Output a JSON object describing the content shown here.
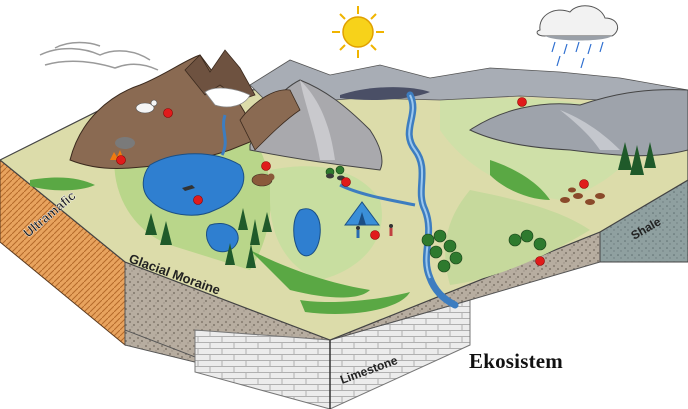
{
  "caption": "Ekosistem",
  "strata": {
    "ultramafic": "Ultramafic",
    "glacial_moraine": "Glacial Moraine",
    "limestone": "Limestone",
    "shale": "Shale"
  },
  "icons": [
    "sun-icon",
    "rain-cloud-icon",
    "wind-cloud-icon",
    "tent-icon",
    "campfire-icon",
    "bear-icon",
    "mountain-goat-icon",
    "caribou-herd-icon",
    "moose-icon",
    "hikers-icon"
  ],
  "colors": {
    "sky_white": "#ffffff",
    "meadow": "#dcdcaa",
    "light_green": "#b9d68a",
    "forest_green": "#3f9a3c",
    "lake_blue": "#2f7fd0",
    "river_blue": "#3d7dc0",
    "mountain_brown": "#8a6a52",
    "rock_grey": "#a9a9ad",
    "soil_orange": "#e89a55",
    "marker_red": "#e01b1b",
    "sun_yellow": "#f7d21a"
  }
}
